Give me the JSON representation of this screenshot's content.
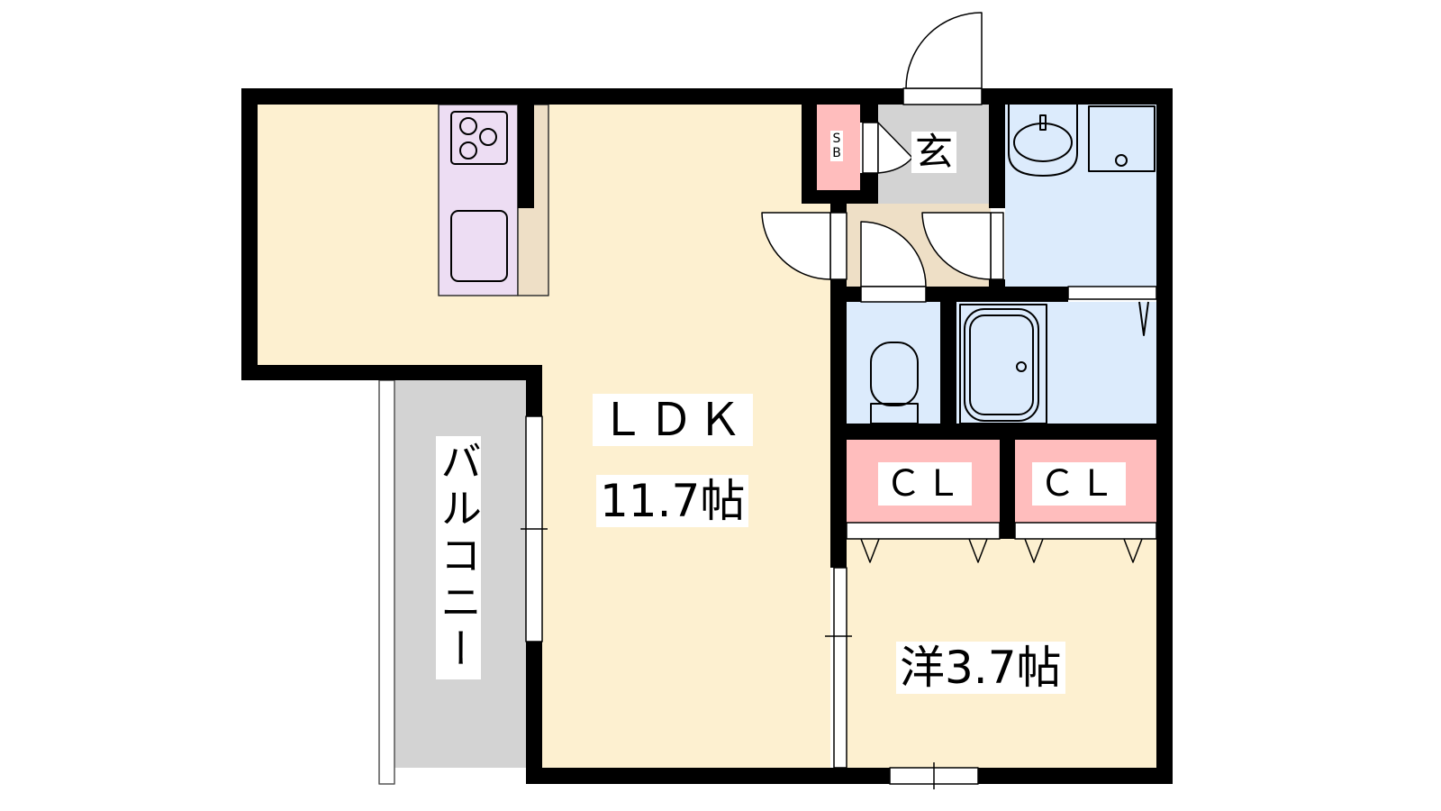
{
  "rooms": {
    "ldk_label": "ＬＤＫ",
    "ldk_size": "11.7帖",
    "western_room": "洋3.7帖",
    "closet_1": "ＣＬ",
    "closet_2": "ＣＬ",
    "entrance": "玄",
    "shoe_box": "SB",
    "balcony": "バルコニー"
  },
  "colors": {
    "floor": "#FDF0D0",
    "kitchen": "#EDDDF3",
    "wet_area": "#DCEBFC",
    "closet": "#FFBDBD",
    "entrance": "#D3D3D3",
    "hall": "#EEDFC6",
    "wall": "#000000"
  }
}
